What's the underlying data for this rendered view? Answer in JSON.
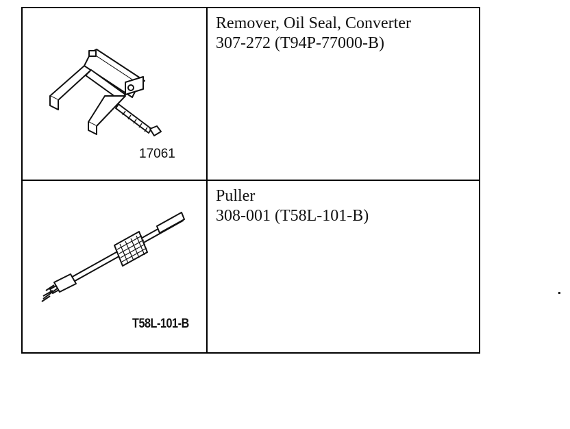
{
  "tools": [
    {
      "name": "Remover, Oil Seal, Converter",
      "number": "307-272 (T94P-77000-B)",
      "figure_label": "17061",
      "illustration_icon": "oil-seal-remover-icon"
    },
    {
      "name": "Puller",
      "number": "308-001 (T58L-101-B)",
      "figure_label": "T58L-101-B",
      "illustration_icon": "slide-hammer-puller-icon"
    }
  ]
}
